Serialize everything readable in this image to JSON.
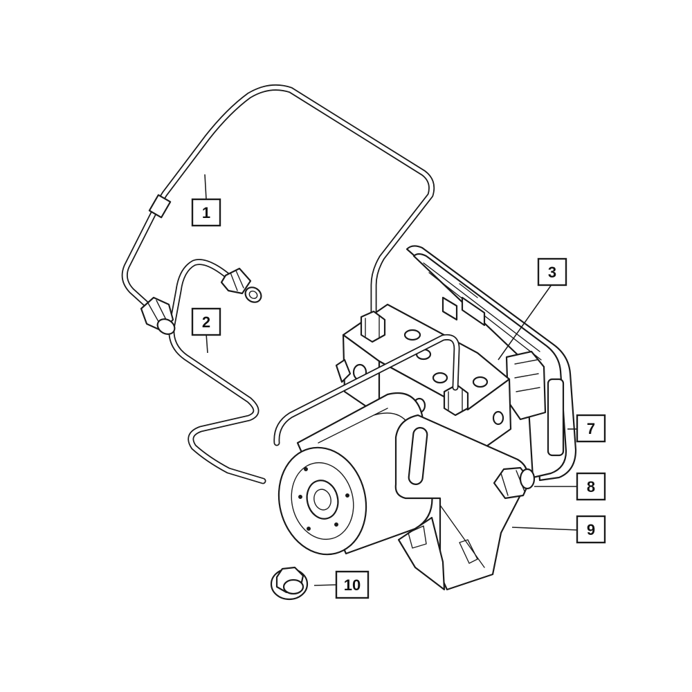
{
  "diagram": {
    "callouts": [
      {
        "id": "1",
        "label": "1"
      },
      {
        "id": "2",
        "label": "2"
      },
      {
        "id": "3",
        "label": "3"
      },
      {
        "id": "7",
        "label": "7"
      },
      {
        "id": "8",
        "label": "8"
      },
      {
        "id": "9",
        "label": "9"
      },
      {
        "id": "10",
        "label": "10"
      }
    ]
  }
}
